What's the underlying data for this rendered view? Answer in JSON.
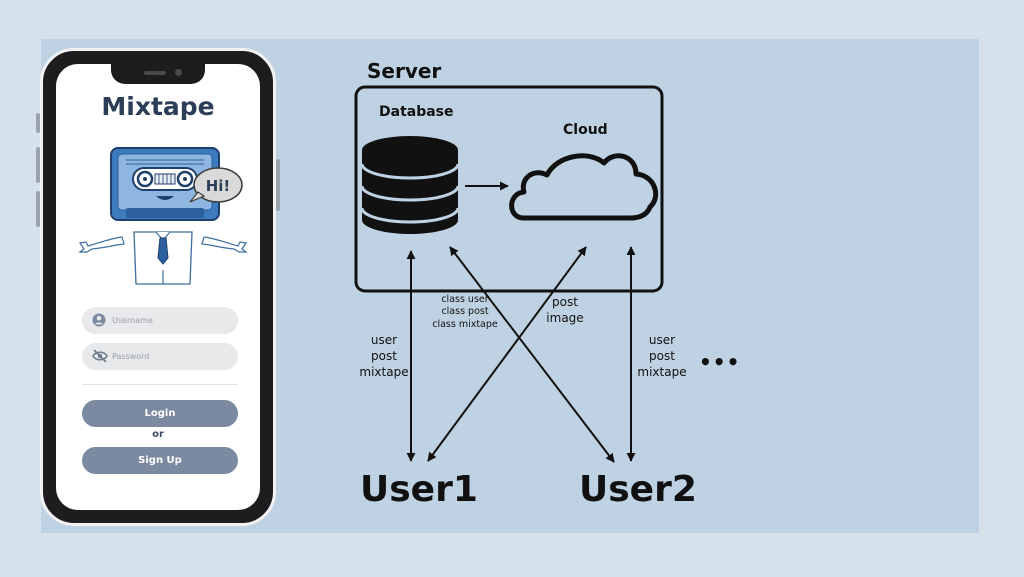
{
  "app": {
    "title": "Mixtape",
    "mascot_speech": "Hi!",
    "username_placeholder": "Username",
    "password_placeholder": "Password",
    "login_label": "Login",
    "or_label": "or",
    "signup_label": "Sign Up"
  },
  "diagram": {
    "server_label": "Server",
    "database_label": "Database",
    "cloud_label": "Cloud",
    "user1_label": "User1",
    "user2_label": "User2",
    "user1_data": [
      "user",
      "post",
      "mixtape"
    ],
    "classes": [
      "class user",
      "class post",
      "class mixtape"
    ],
    "post_image": [
      "post",
      "image"
    ],
    "user2_data": [
      "user",
      "post",
      "mixtape"
    ],
    "more_indicator": "•••"
  },
  "colors": {
    "background": "#d5e2ec",
    "panel": "#bed2e3",
    "brand_text": "#2b3d57",
    "button": "#7b8aa0",
    "mascot_blue": "#3d7bbf"
  }
}
